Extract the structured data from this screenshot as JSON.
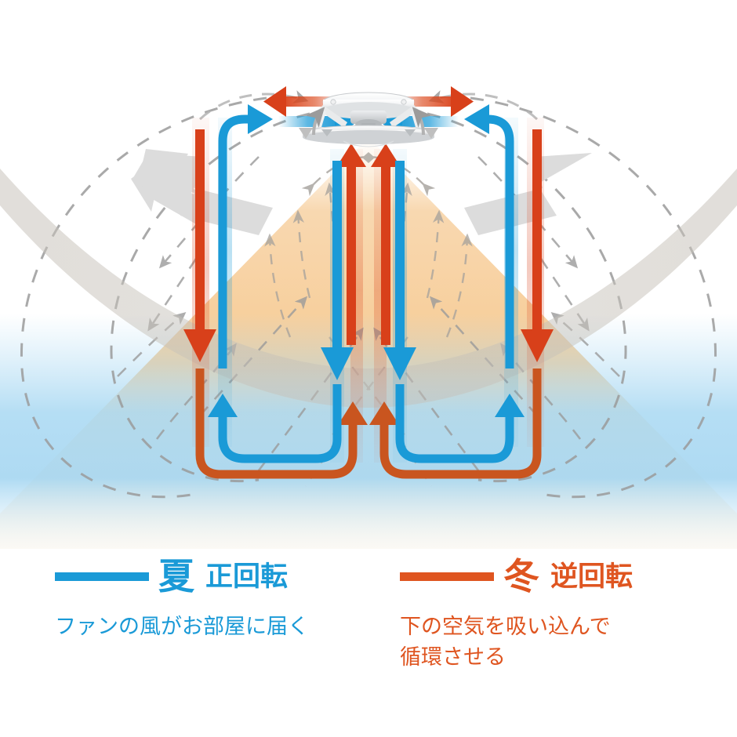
{
  "diagram": {
    "title": "ceiling-fan-airflow-seasonal-diagram",
    "fan": {
      "label": "ceiling-fan-unit",
      "body_color": "#f2f3f4",
      "shadow_color": "#d9dcdf"
    },
    "colors": {
      "summer_blue": "#1a9ad7",
      "winter_orange": "#d8401a",
      "winter_loop": "#c9551f",
      "warm_cone": "#f3c189",
      "cool_band": "#a9d9f2",
      "dashed_gray": "#9b9b9b",
      "big_arrow_gray": "#dcdcdc",
      "arc_band_gray": "#c9c4bd"
    },
    "flows": [
      {
        "name": "summer-downdraft-center-left",
        "season": "summer",
        "direction": "down",
        "color": "#1a9ad7"
      },
      {
        "name": "summer-downdraft-center-right",
        "season": "summer",
        "direction": "down",
        "color": "#1a9ad7"
      },
      {
        "name": "summer-return-left",
        "season": "summer",
        "direction": "up",
        "color": "#1a9ad7"
      },
      {
        "name": "summer-return-right",
        "season": "summer",
        "direction": "up",
        "color": "#1a9ad7"
      },
      {
        "name": "winter-updraft-center-left",
        "season": "winter",
        "direction": "up",
        "color": "#d8401a"
      },
      {
        "name": "winter-updraft-center-right",
        "season": "winter",
        "direction": "up",
        "color": "#d8401a"
      },
      {
        "name": "winter-outflow-left",
        "season": "winter",
        "direction": "down",
        "color": "#d8401a"
      },
      {
        "name": "winter-outflow-right",
        "season": "winter",
        "direction": "down",
        "color": "#d8401a"
      },
      {
        "name": "winter-ceiling-spread-left",
        "season": "winter",
        "direction": "left",
        "color": "#d8401a"
      },
      {
        "name": "winter-ceiling-spread-right",
        "season": "winter",
        "direction": "right",
        "color": "#d8401a"
      },
      {
        "name": "summer-intake-left",
        "season": "summer",
        "direction": "right",
        "color": "#1a9ad7"
      },
      {
        "name": "summer-intake-right",
        "season": "summer",
        "direction": "left",
        "color": "#1a9ad7"
      }
    ]
  },
  "legend": {
    "summer": {
      "rule": "solid-line-swatch",
      "season": "夏",
      "mode": "正回転",
      "description": "ファンの風がお部屋に届く",
      "color": "#1a9ad7"
    },
    "winter": {
      "rule": "solid-line-swatch",
      "season": "冬",
      "mode": "逆回転",
      "description": "下の空気を吸い込んで\n循環させる",
      "color": "#df5520"
    }
  }
}
